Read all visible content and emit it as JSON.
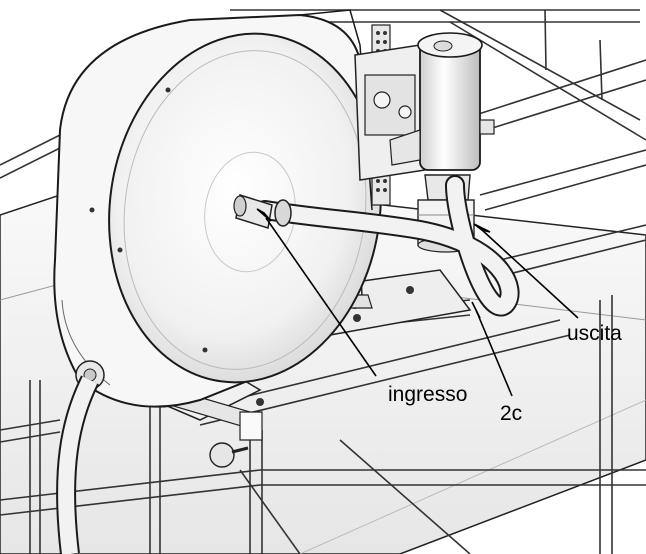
{
  "callouts": {
    "inlet": "ingresso",
    "outlet": "uscita",
    "hose_ref": "2c"
  }
}
